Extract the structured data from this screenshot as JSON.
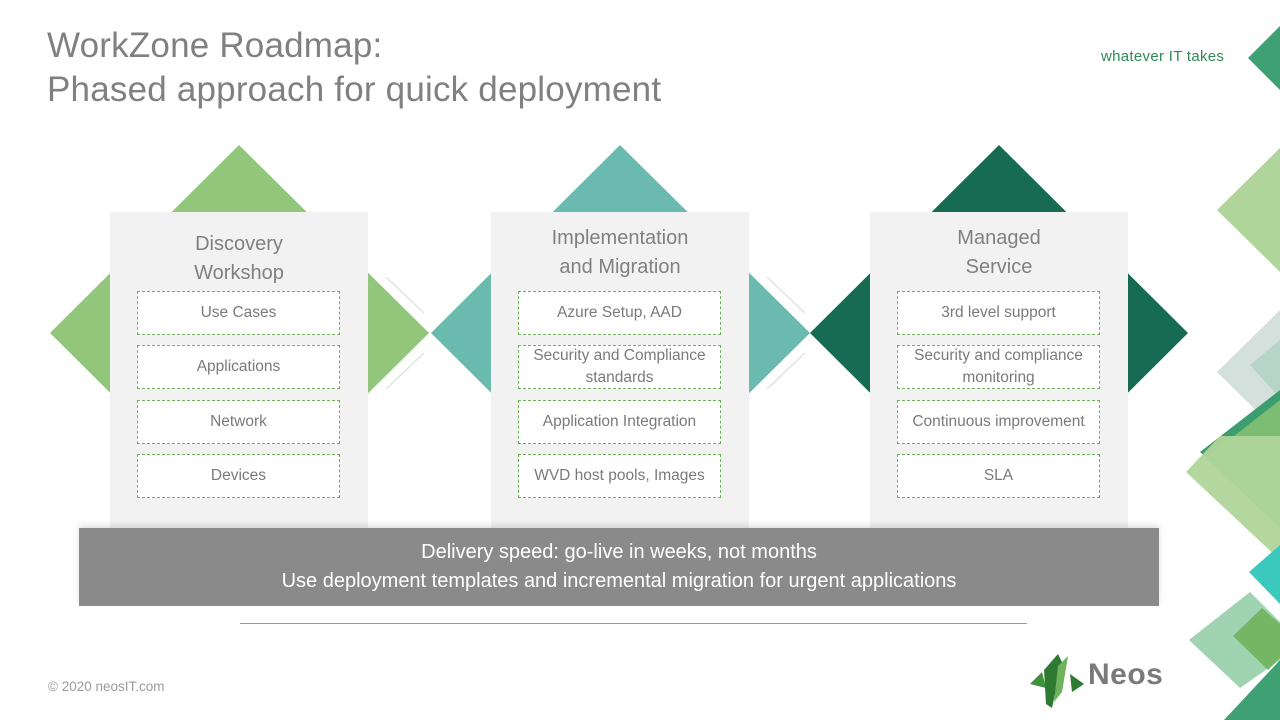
{
  "slide": {
    "title_line1": "WorkZone Roadmap:",
    "title_line2": "Phased approach for quick deployment",
    "tagline": "whatever IT takes"
  },
  "phases": [
    {
      "title_line1": "Discovery",
      "title_line2": "Workshop",
      "color": "#92c67b",
      "items": [
        "Use Cases",
        "Applications",
        "Network",
        "Devices"
      ]
    },
    {
      "title_line1": "Implementation",
      "title_line2": "and Migration",
      "color": "#6bbaaf",
      "items": [
        "Azure Setup, AAD",
        "Security and Compliance standards",
        "Application Integration",
        "WVD host pools, Images"
      ]
    },
    {
      "title_line1": "Managed",
      "title_line2": "Service",
      "color": "#176b52",
      "items": [
        "3rd level support",
        "Security and compliance monitoring",
        "Continuous improvement",
        "SLA"
      ]
    }
  ],
  "banner": {
    "line1": "Delivery speed: go-live in weeks, not months",
    "line2": "Use deployment templates and incremental migration for urgent applications"
  },
  "footer": {
    "copyright": "© 2020 neosIT.com"
  },
  "logo": {
    "text": "Neos"
  },
  "colors": {
    "accent_green": "#2e8a57",
    "light_green": "#92c67b",
    "teal": "#6bbaaf",
    "dark_green": "#176b52",
    "banner_gray": "#8a8a8a",
    "item_border": "#6db35a"
  }
}
